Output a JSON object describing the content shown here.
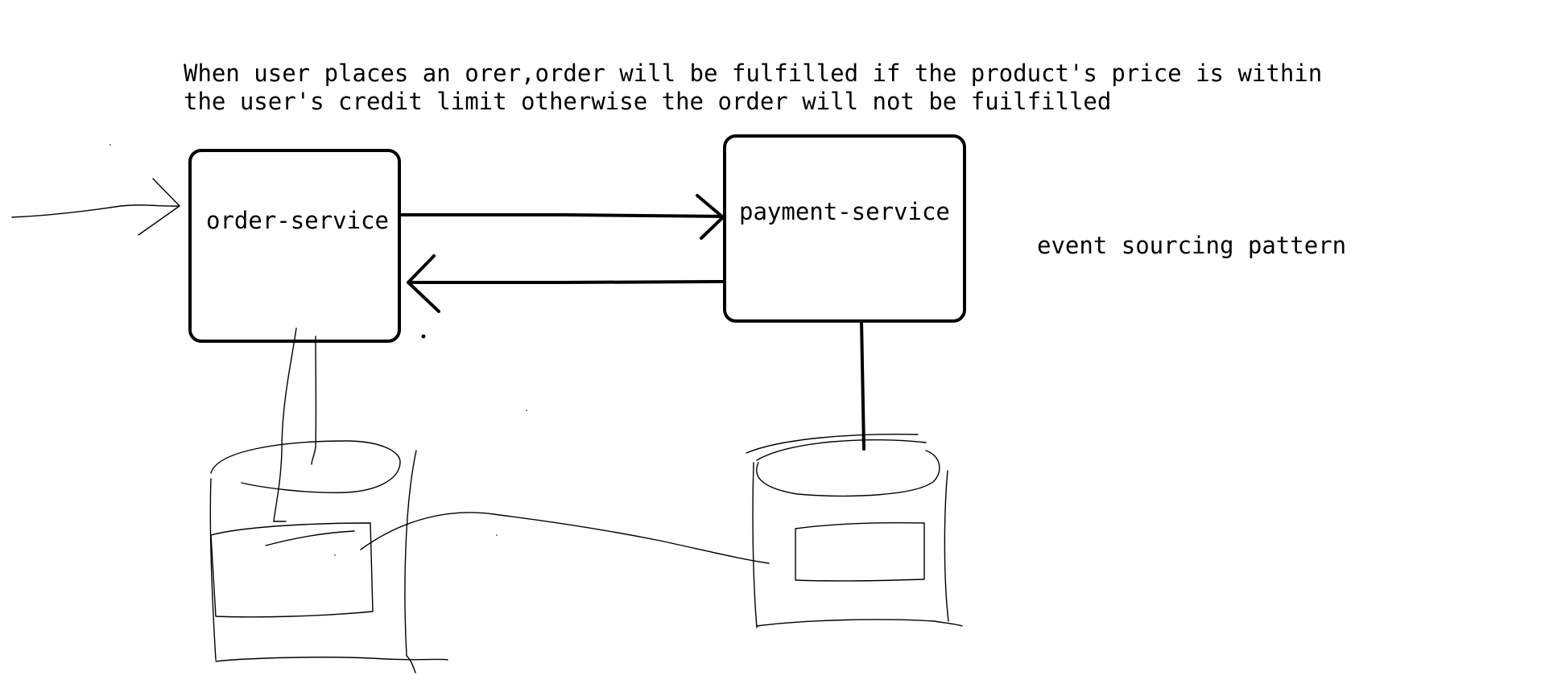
{
  "description": {
    "line1": "When user places an orer,order will be fulfilled if the product's price is within",
    "line2": "the user's credit limit otherwise the order will not be fuilfilled"
  },
  "nodes": {
    "order_service": "order-service",
    "payment_service": "payment-service"
  },
  "side_note": "event sourcing pattern",
  "colors": {
    "ink": "#000000",
    "background": "#ffffff"
  }
}
